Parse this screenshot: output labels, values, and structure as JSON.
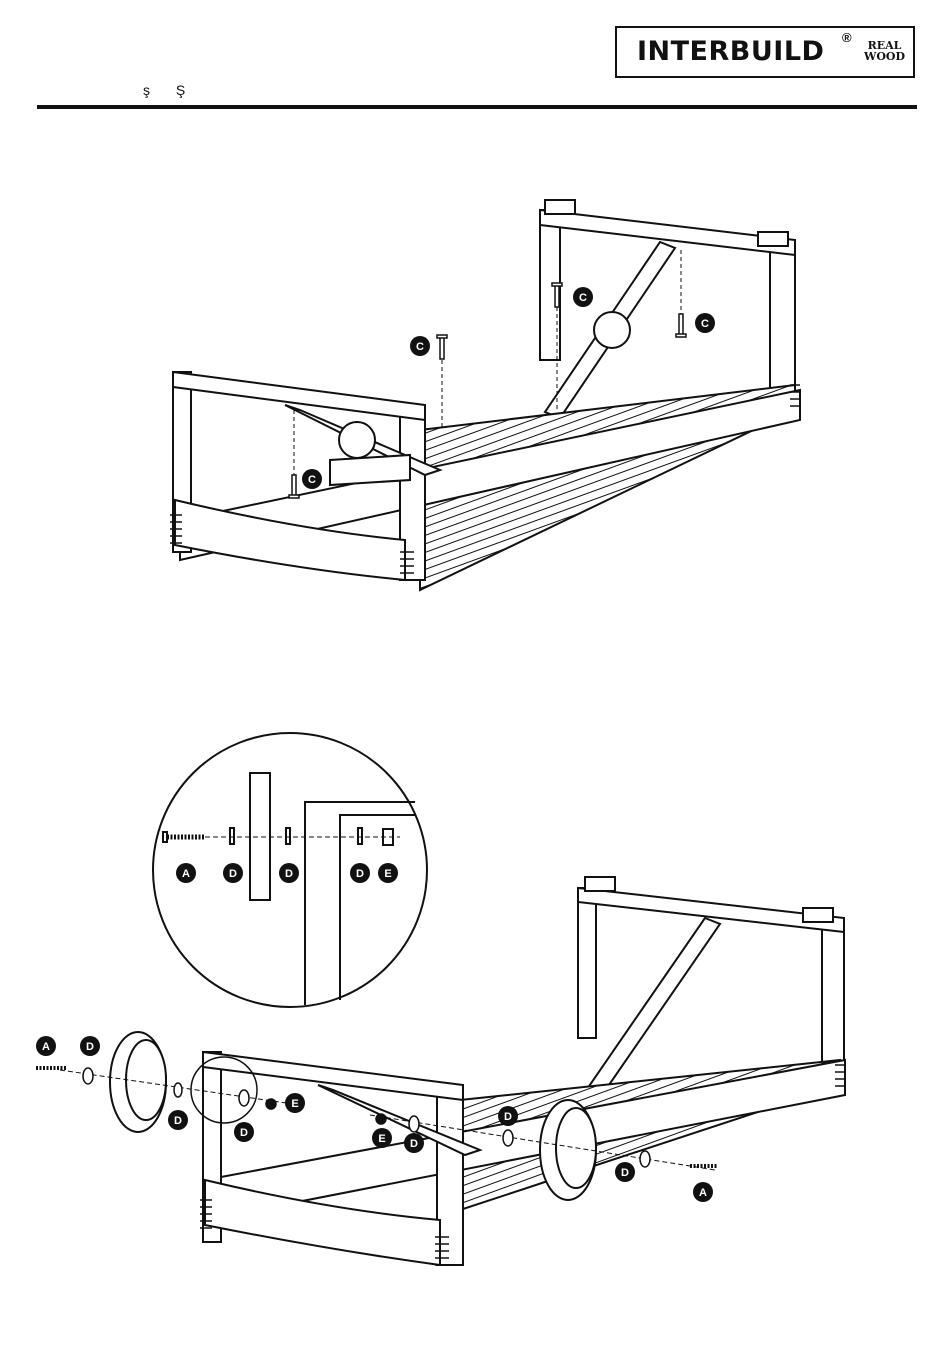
{
  "header": {
    "brand": "INTERBUILD",
    "registered": "®",
    "brand_sub_line1": "REAL",
    "brand_sub_line2": "WOOD",
    "chars": [
      "ş",
      "Ş"
    ]
  },
  "figure_top": {
    "labels": [
      "C",
      "C",
      "C",
      "C"
    ]
  },
  "figure_bottom": {
    "detail_labels": [
      "A",
      "D",
      "D",
      "D",
      "E"
    ],
    "labels": [
      "A",
      "D",
      "D",
      "D",
      "E",
      "E",
      "D",
      "D",
      "D",
      "A"
    ]
  }
}
